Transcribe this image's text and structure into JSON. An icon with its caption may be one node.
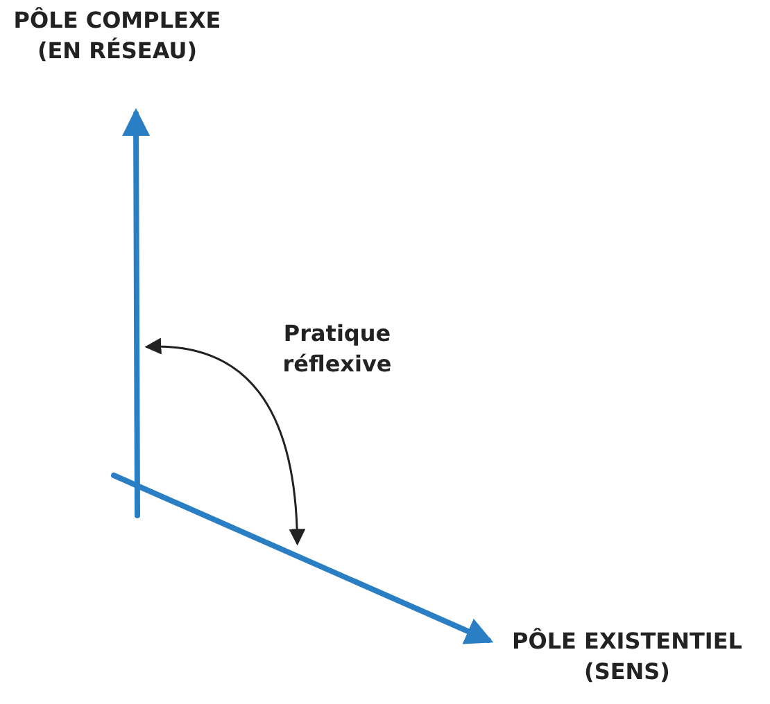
{
  "diagram": {
    "nodes": [
      {
        "text": [],
        "shape": "line"
      },
      {
        "text": [],
        "shape": "line"
      }
    ],
    "edges": [
      {
        "from": 0,
        "to": 1,
        "arrow": "both",
        "label": "Pratique réflexive"
      }
    ],
    "labels": [
      "PÔLE COMPLEXE (EN RÉSEAU)",
      "PÔLE EXISTENTIEL (SENS)"
    ]
  }
}
